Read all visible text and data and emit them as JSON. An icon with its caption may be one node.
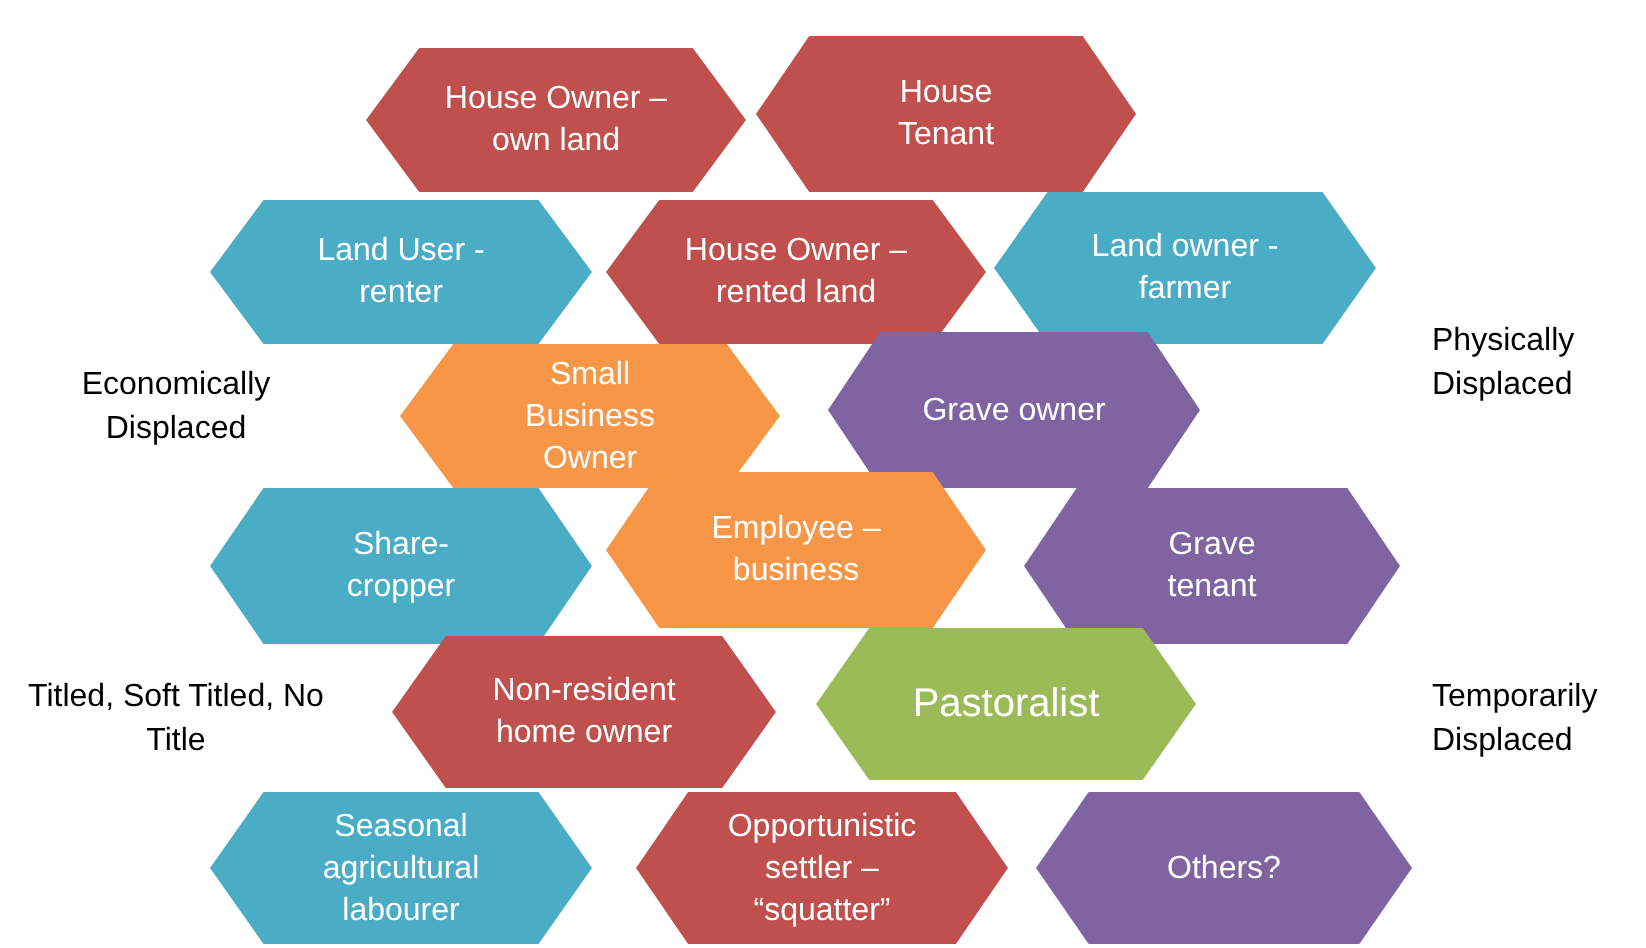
{
  "diagram": {
    "nodes": [
      {
        "text": [
          "House Owner – own land"
        ]
      },
      {
        "text": [
          "House Tenant"
        ]
      },
      {
        "text": [
          "Land User - renter"
        ]
      },
      {
        "text": [
          "House Owner – rented land"
        ]
      },
      {
        "text": [
          "Land owner - farmer"
        ]
      },
      {
        "text": [
          "Small Business Owner"
        ]
      },
      {
        "text": [
          "Grave owner"
        ]
      },
      {
        "text": [
          "Share-cropper"
        ]
      },
      {
        "text": [
          "Employee – business"
        ]
      },
      {
        "text": [
          "Grave tenant"
        ]
      },
      {
        "text": [
          "Non-resident home owner"
        ]
      },
      {
        "text": [
          "Pastoralist"
        ]
      },
      {
        "text": [
          "Seasonal agricultural labourer"
        ]
      },
      {
        "text": [
          "Opportunistic settler – “squatter”"
        ]
      },
      {
        "text": [
          "Others?"
        ]
      }
    ],
    "edges": [],
    "labels": [
      "Economically Displaced",
      "Physically Displaced",
      "Titled, Soft Titled, No Title",
      "Temporarily Displaced"
    ]
  }
}
